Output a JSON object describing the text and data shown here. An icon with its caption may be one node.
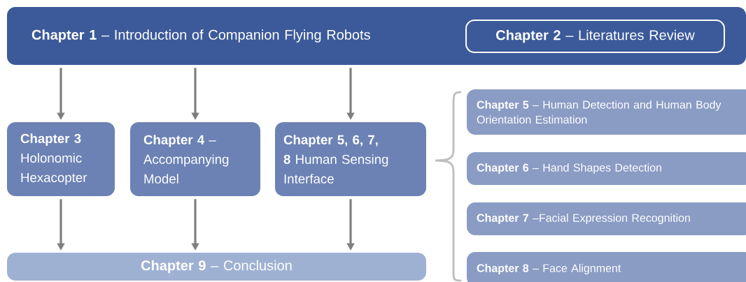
{
  "diagram": {
    "nodes": [
      {
        "text": [
          "**Chapter 1** – Introduction of Companion Flying Robots"
        ]
      },
      {
        "text": [
          "**Chapter 2** – Literatures Review"
        ],
        "in": 0
      },
      {
        "text": [
          "**Chapter 3** Holonomic Hexacopter"
        ]
      },
      {
        "text": [
          "**Chapter 4** – Accompanying Model"
        ]
      },
      {
        "text": [
          "**Chapter 5, 6, 7, 8** Human Sensing Interface"
        ]
      },
      {
        "text": [
          "**Chapter 9** – Conclusion"
        ]
      },
      {
        "text": [
          "**Chapter 5** – Human Detection and Human Body Orientation Estimation"
        ]
      },
      {
        "text": [
          "**Chapter 6** – Hand Shapes Detection"
        ]
      },
      {
        "text": [
          "**Chapter 7** –Facial Expression Recognition"
        ]
      },
      {
        "text": [
          "**Chapter 8** – Face Alignment"
        ]
      }
    ],
    "edges": [
      {
        "from": 0,
        "to": 2,
        "arrow": "to"
      },
      {
        "from": 0,
        "to": 3,
        "arrow": "to"
      },
      {
        "from": 0,
        "to": 4,
        "arrow": "to"
      },
      {
        "from": 2,
        "to": 5,
        "arrow": "to"
      },
      {
        "from": 3,
        "to": 5,
        "arrow": "to"
      },
      {
        "from": 4,
        "to": 5,
        "arrow": "to"
      }
    ]
  }
}
